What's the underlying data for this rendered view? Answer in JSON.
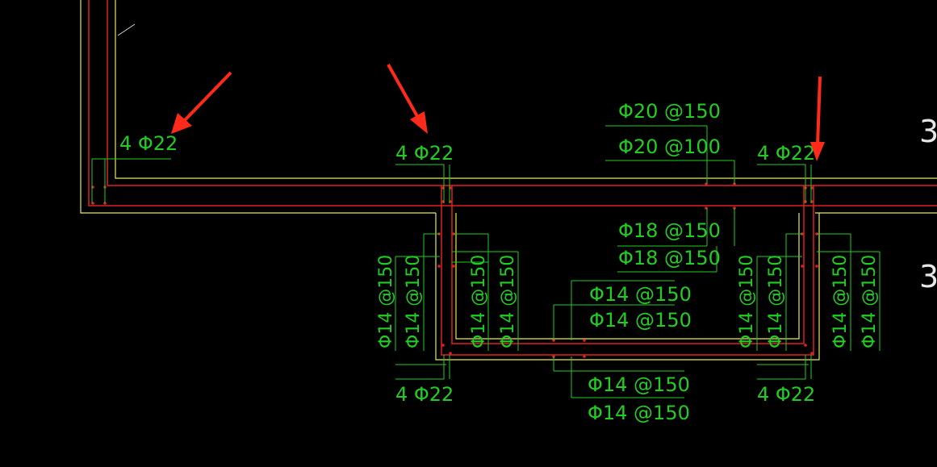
{
  "labels": {
    "bar_4phi22": "4 Φ22",
    "phi20_150": "Φ20 @150",
    "phi20_100": "Φ20 @100",
    "phi18_150": "Φ18 @150",
    "phi14_150": "Φ14 @150"
  },
  "edge_marks": [
    "3",
    "3"
  ],
  "colors": {
    "background": "#000000",
    "outline": "#e8e85a",
    "rebar": "#e02020",
    "annotation": "#22cc22",
    "arrow": "#ff2a1a"
  }
}
